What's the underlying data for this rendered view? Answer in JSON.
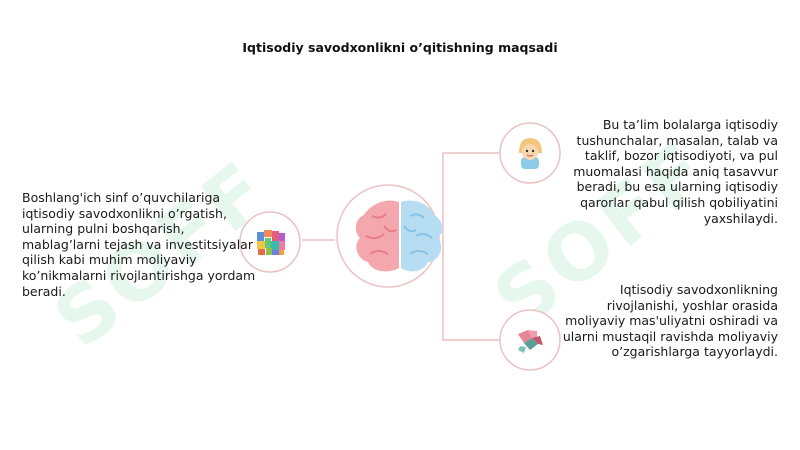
{
  "title": "Iqtisodiy savodxonlikni o’qitishning maqsadi",
  "left_text": "Boshlang'ich sinf o’quvchilariga iqtisodiy savodxonlikni o’rgatish, ularning pulni boshqarish, mablag’larni tejash va investitsiyalar qilish kabi muhim moliyaviy ko’nikmalarni rivojlantirishga yordam beradi.",
  "right_top_text": "Bu ta’lim bolalarga iqtisodiy tushunchalar, masalan, talab va taklif, bozor iqtisodiyoti, va pul muomalasi haqida aniq tasavvur beradi, bu esa ularning iqtisodiy qarorlar qabul qilish qobiliyatini yaxshilaydi.",
  "right_bottom_text": "Iqtisodiy savodxonlikning rivojlanishi, yoshlar orasida moliyaviy mas'uliyatni oshiradi va ularni mustaqil ravishda moliyaviy o’zgarishlarga tayyorlaydi.",
  "watermark": "SOFF",
  "colors": {
    "accent": "#e9c3c3",
    "brain_left": "#ef9aa0",
    "brain_right": "#a9d7ef",
    "watermark": "#3cbe78"
  },
  "icons": [
    "brain-icon",
    "colorful-blocks-icon",
    "child-face-icon",
    "puzzle-icon"
  ]
}
